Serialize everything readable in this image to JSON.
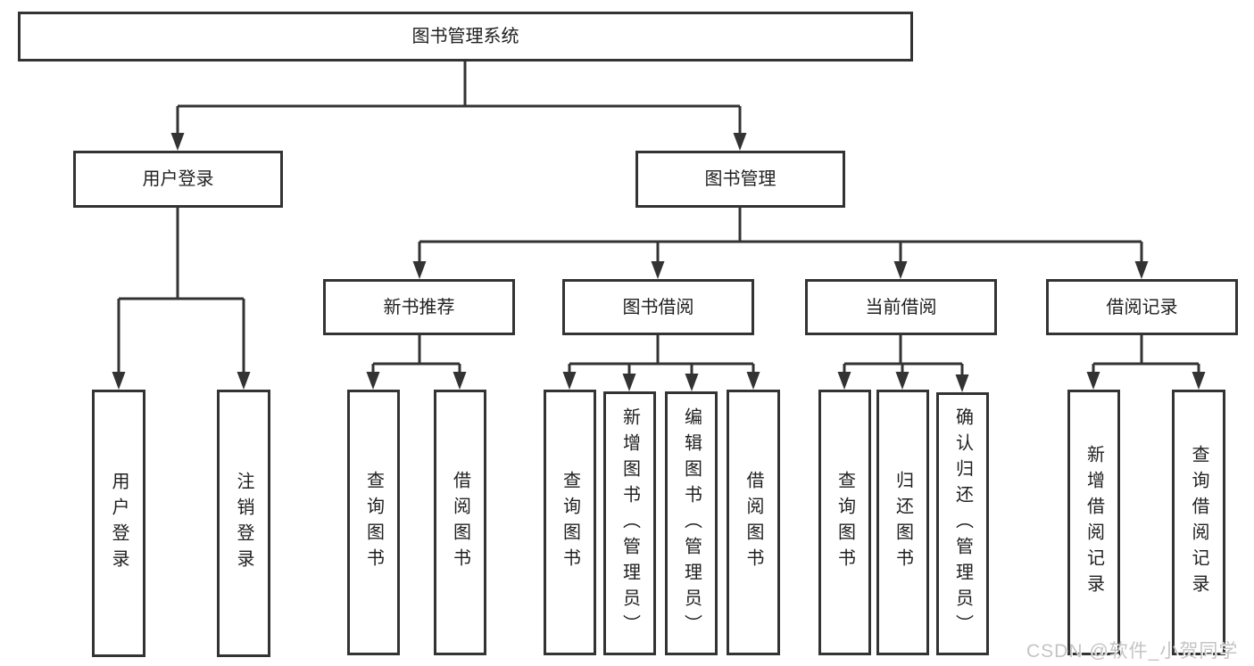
{
  "diagram": {
    "root": "图书管理系统",
    "branches": [
      {
        "label": "用户登录",
        "children": [
          "用户登录",
          "注销登录"
        ]
      },
      {
        "label": "图书管理",
        "children": [
          {
            "label": "新书推荐",
            "children": [
              "查询图书",
              "借阅图书"
            ]
          },
          {
            "label": "图书借阅",
            "children": [
              "查询图书",
              "新增图书（管理员）",
              "编辑图书（管理员）",
              "借阅图书"
            ]
          },
          {
            "label": "当前借阅",
            "children": [
              "查询图书",
              "归还图书",
              "确认归还（管理员）"
            ]
          },
          {
            "label": "借阅记录",
            "children": [
              "新增借阅记录",
              "查询借阅记录"
            ]
          }
        ]
      }
    ]
  },
  "watermark": {
    "text": "CSDN @软件_小贺同学"
  },
  "colors": {
    "line": "#333333",
    "box_border": "#333333",
    "text": "#1f1f1f",
    "watermark": "#c4c4c4",
    "background": "#ffffff"
  }
}
